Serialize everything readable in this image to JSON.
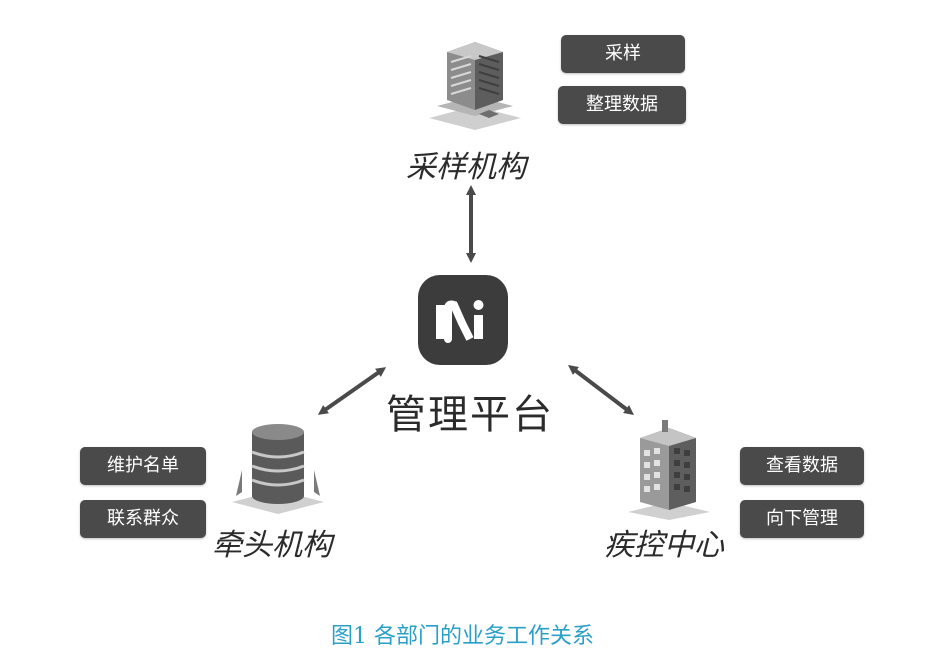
{
  "nodes": {
    "sampling": {
      "label": "采样机构",
      "tags": [
        "采样",
        "整理数据"
      ]
    },
    "platform": {
      "label": "管理平台"
    },
    "lead": {
      "label": "牵头机构",
      "tags": [
        "维护名单",
        "联系群众"
      ]
    },
    "cdc": {
      "label": "疾控中心",
      "tags": [
        "查看数据",
        "向下管理"
      ]
    }
  },
  "caption": "图1 各部门的业务工作关系",
  "colors": {
    "tag_bg": "#4a4a4a",
    "caption": "#2aa0c8",
    "text": "#2b2b2b",
    "arrow": "#4a4a4a"
  },
  "icons": {
    "sampling": "office-building-icon",
    "platform": "platform-logo-icon",
    "lead": "database-building-icon",
    "cdc": "tower-building-icon"
  }
}
